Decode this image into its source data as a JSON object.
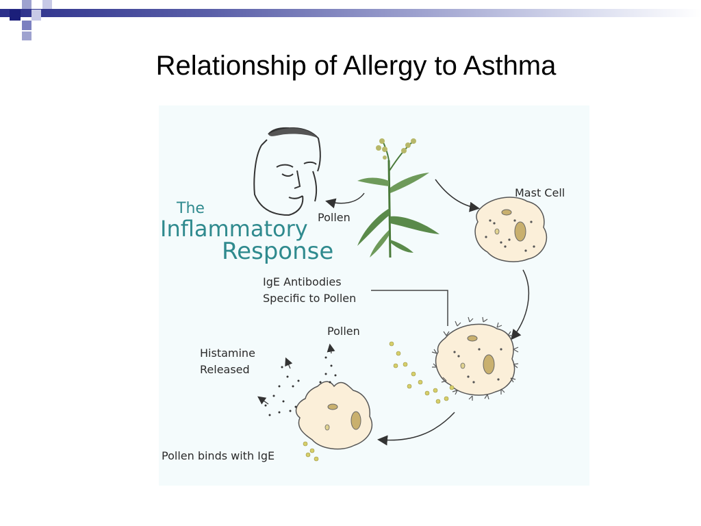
{
  "slide": {
    "title": "Relationship of Allergy to Asthma"
  },
  "diagram": {
    "headline": {
      "line1": "The",
      "line2": "Inflammatory",
      "line3": "Response"
    },
    "labels": {
      "pollen_top": "Pollen",
      "mast_cell": "Mast Cell",
      "ige_line1": "IgE Antibodies",
      "ige_line2": "Specific to Pollen",
      "pollen_middle": "Pollen",
      "histamine_line1": "Histamine",
      "histamine_line2": "Released",
      "binds": "Pollen binds with IgE"
    }
  },
  "colors": {
    "header_dark": "#2b2f8a",
    "headline_teal": "#2f8a8e",
    "cell_fill": "#fbefd9",
    "pollen_yellow": "#d6cf6a",
    "leaf_green": "#5a8a4a"
  }
}
